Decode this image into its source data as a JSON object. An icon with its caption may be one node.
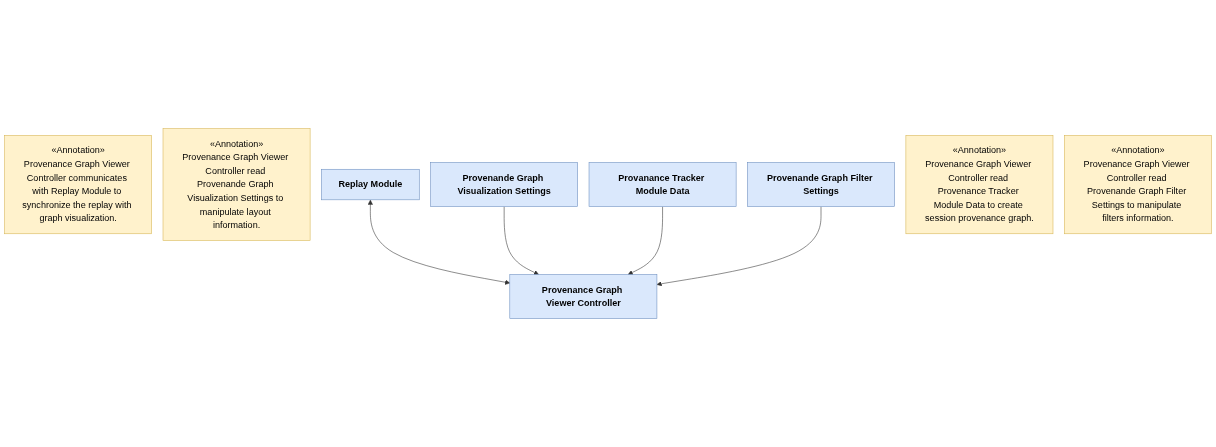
{
  "diagram": {
    "nodes": [
      {
        "text": [
          "«Annotation»",
          "Provenance Graph Viewer Controller communicates with Replay Module to synchronize the replay with graph visualization."
        ]
      },
      {
        "text": [
          "«Annotation»",
          "Provenance Graph Viewer Controller read Provenande Graph Visualization Settings to manipulate layout information."
        ]
      },
      {
        "text": [
          "Replay Module"
        ]
      },
      {
        "text": [
          "Provenance Graph Viewer Controller"
        ]
      },
      {
        "text": [
          "Provenande Graph Visualization Settings"
        ]
      },
      {
        "text": [
          "Provanance Tracker Module Data"
        ]
      },
      {
        "text": [
          "Provenande Graph Filter Settings"
        ]
      },
      {
        "text": [
          "«Annotation»",
          "Provenance Graph Viewer Controller read Provenance Tracker Module Data to create session provenance graph."
        ]
      },
      {
        "text": [
          "«Annotation»",
          "Provenance Graph Viewer Controller read Provenande Graph Filter Settings to manipulate filters information."
        ]
      }
    ],
    "edges": [
      {
        "from": 2,
        "to": 3,
        "arrow": "both"
      },
      {
        "from": 4,
        "to": 3,
        "arrow": "to"
      },
      {
        "from": 5,
        "to": 3,
        "arrow": "to"
      },
      {
        "from": 6,
        "to": 3,
        "arrow": "to"
      }
    ]
  }
}
